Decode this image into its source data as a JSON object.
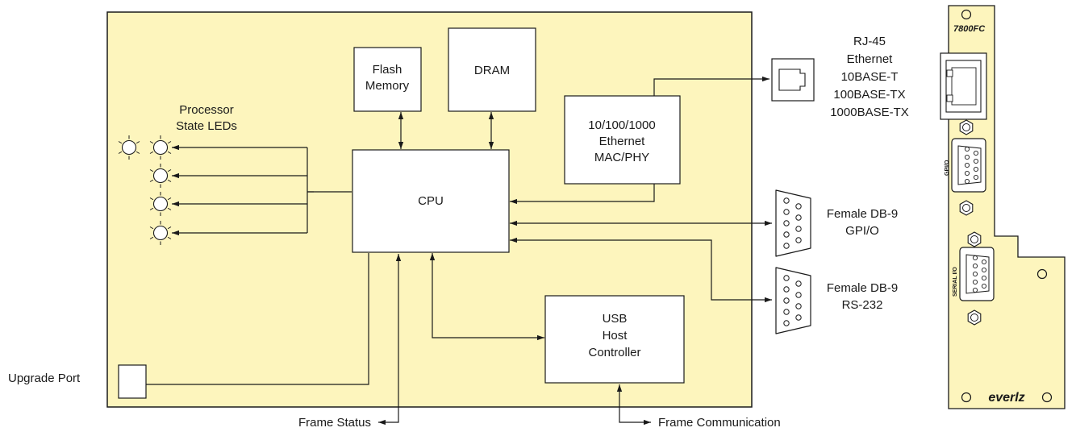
{
  "colors": {
    "board_fill": "#fdf5bd",
    "stroke": "#1a1a1a",
    "block_fill": "#ffffff"
  },
  "blocks": {
    "flash": [
      "Flash",
      "Memory"
    ],
    "dram": "DRAM",
    "cpu": "CPU",
    "ethernet": [
      "10/100/1000",
      "Ethernet",
      "MAC/PHY"
    ],
    "usb": [
      "USB",
      "Host",
      "Controller"
    ]
  },
  "labels": {
    "leds": [
      "Processor",
      "State LEDs"
    ],
    "rj45": [
      "RJ-45",
      "Ethernet",
      "10BASE-T",
      "100BASE-TX",
      "1000BASE-TX"
    ],
    "db9_gpio": [
      "Female DB-9",
      "GPI/O"
    ],
    "db9_rs232": [
      "Female DB-9",
      "RS-232"
    ],
    "upgrade_port": "Upgrade Port",
    "frame_status": "Frame Status",
    "frame_comm": "Frame Communication"
  },
  "panel": {
    "model": "7800FC",
    "gpio_label": "GPI/O",
    "serial_label": "SERIAL I/O",
    "brand": "everlz"
  },
  "icons": [
    "led-icon",
    "rj45-jack-icon",
    "db9-connector-icon",
    "hex-standoff-icon"
  ]
}
